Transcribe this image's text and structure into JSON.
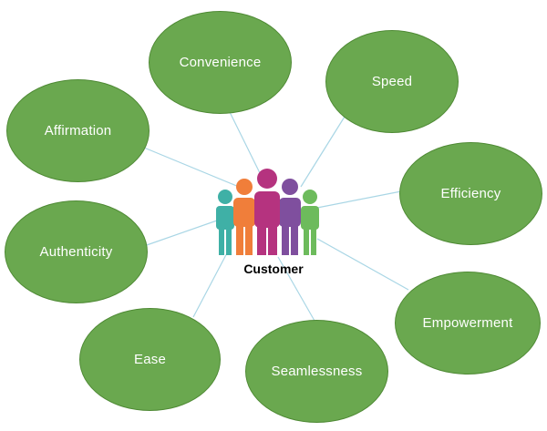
{
  "center": {
    "label": "Customer"
  },
  "attributes": [
    {
      "key": "convenience",
      "label": "Convenience"
    },
    {
      "key": "speed",
      "label": "Speed"
    },
    {
      "key": "affirmation",
      "label": "Affirmation"
    },
    {
      "key": "efficiency",
      "label": "Efficiency"
    },
    {
      "key": "authenticity",
      "label": "Authenticity"
    },
    {
      "key": "empowerment",
      "label": "Empowerment"
    },
    {
      "key": "ease",
      "label": "Ease"
    },
    {
      "key": "seamlessness",
      "label": "Seamlessness"
    }
  ],
  "colors": {
    "bubble_fill": "#6aa84f",
    "connector": "#a9d6e5",
    "figure_teal": "#3fb0a6",
    "figure_orange": "#f07e3a",
    "figure_magenta": "#b5337f",
    "figure_purple": "#7f4f9e",
    "figure_green": "#6dbb5c"
  }
}
